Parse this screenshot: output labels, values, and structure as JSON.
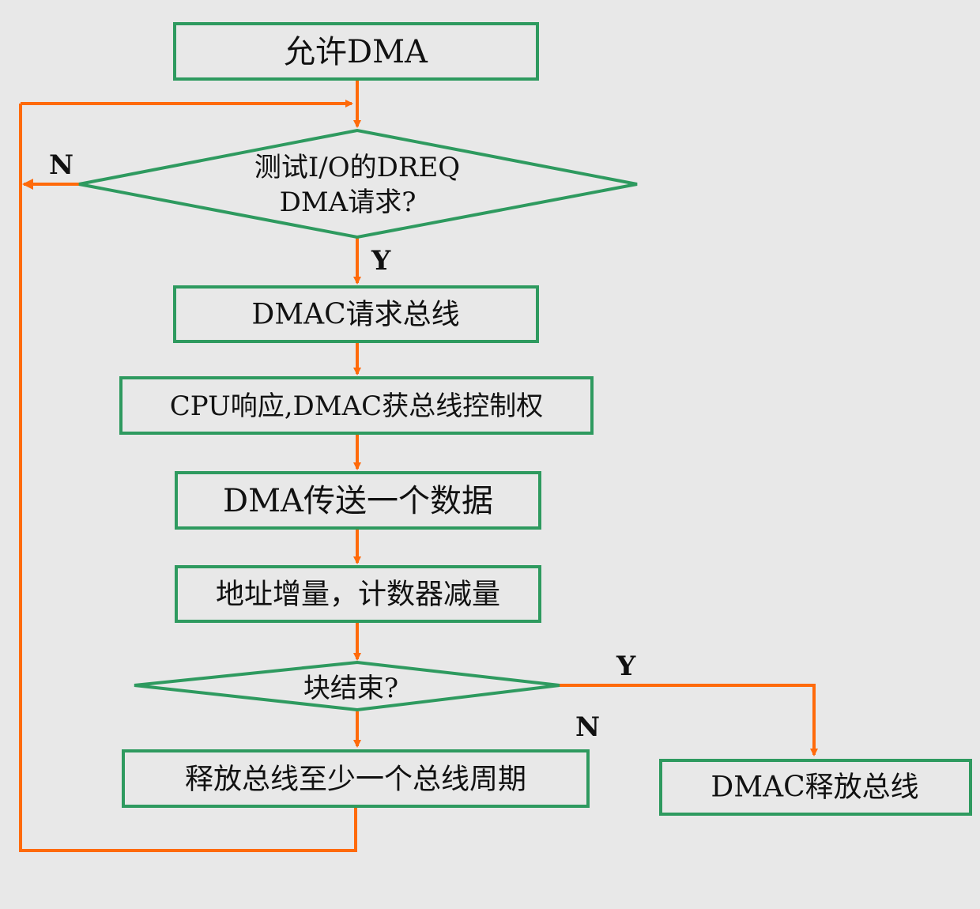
{
  "colors": {
    "node_border": "#2e9a5f",
    "node_fill": "#e8e8e8",
    "arrow": "#ff6a0a",
    "background": "#e8e8e8",
    "text": "#111111"
  },
  "nodes": {
    "allow_dma": "允许DMA",
    "test_dreq_line1": "测试I/O的DREQ",
    "test_dreq_line2": "DMA请求?",
    "dmac_request_bus": "DMAC请求总线",
    "cpu_response": "CPU响应,DMAC获总线控制权",
    "dma_transfer": "DMA传送一个数据",
    "addr_counter": "地址增量，计数器减量",
    "block_end": "块结束?",
    "release_one_cycle": "释放总线至少一个总线周期",
    "dmac_release_bus": "DMAC释放总线"
  },
  "edge_labels": {
    "dreq_no": "N",
    "dreq_yes": "Y",
    "block_yes": "Y",
    "block_no": "N"
  }
}
